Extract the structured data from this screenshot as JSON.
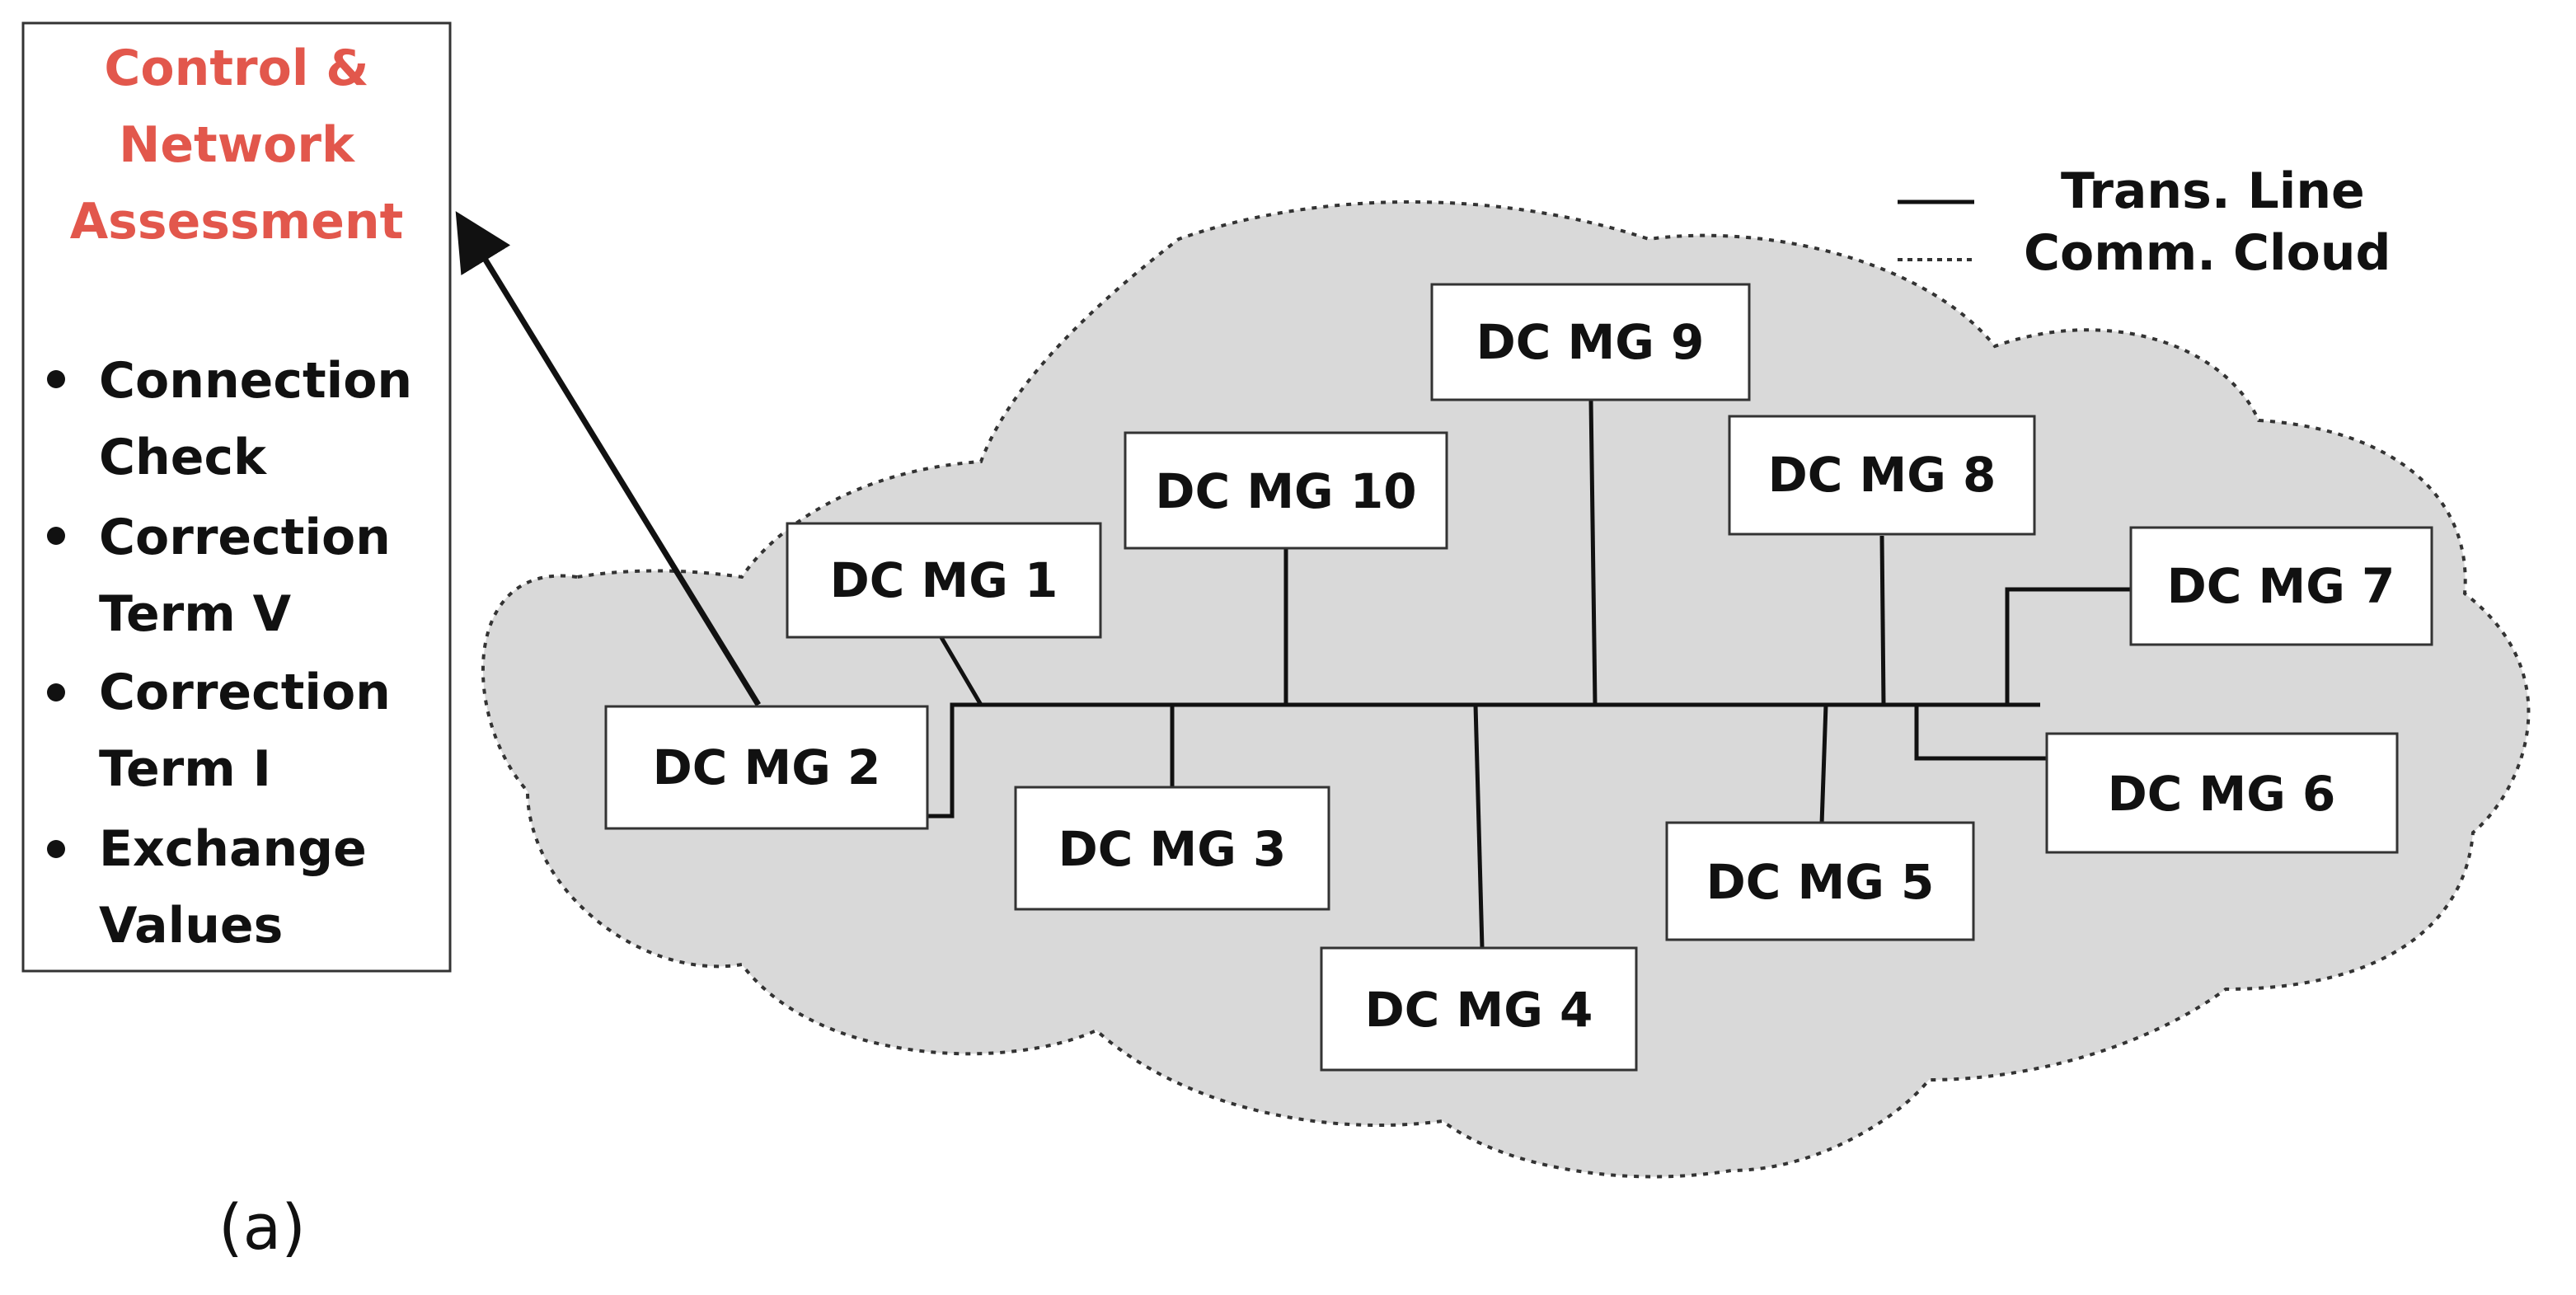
{
  "panel": {
    "title_lines": [
      "Control &",
      "Network",
      "Assessment"
    ],
    "bullets": [
      [
        "Connection",
        "Check"
      ],
      [
        "Correction",
        "Term V"
      ],
      [
        "Correction",
        "Term I"
      ],
      [
        "Exchange",
        "Values"
      ]
    ]
  },
  "legend": {
    "trans_line": "Trans. Line",
    "comm_cloud": "Comm. Cloud"
  },
  "microgrids": [
    {
      "id": "mg1",
      "label": "DC MG 1"
    },
    {
      "id": "mg2",
      "label": "DC MG 2"
    },
    {
      "id": "mg3",
      "label": "DC MG 3"
    },
    {
      "id": "mg4",
      "label": "DC MG 4"
    },
    {
      "id": "mg5",
      "label": "DC MG 5"
    },
    {
      "id": "mg6",
      "label": "DC MG 6"
    },
    {
      "id": "mg7",
      "label": "DC MG 7"
    },
    {
      "id": "mg8",
      "label": "DC MG 8"
    },
    {
      "id": "mg9",
      "label": "DC MG 9"
    },
    {
      "id": "mg10",
      "label": "DC MG 10"
    }
  ],
  "caption": "(a)"
}
